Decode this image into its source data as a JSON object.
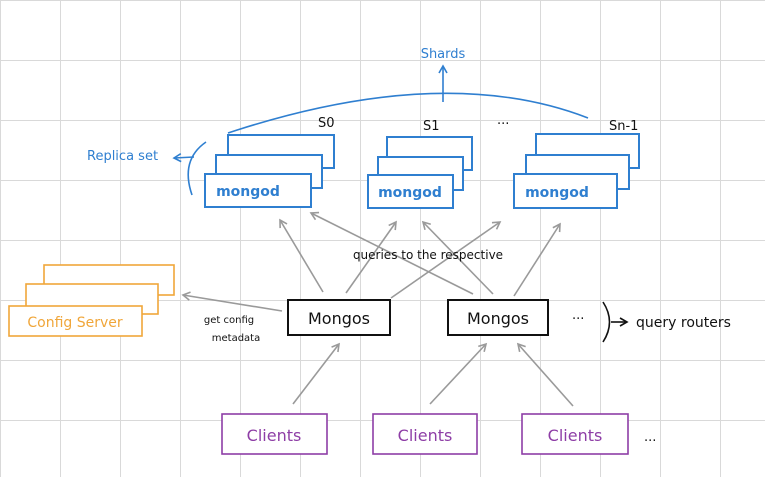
{
  "title": "Shards",
  "replica_set_label": "Replica set",
  "shards": [
    {
      "name": "S0",
      "node": "mongod"
    },
    {
      "name": "S1",
      "node": "mongod"
    },
    {
      "name": "Sn-1",
      "node": "mongod"
    }
  ],
  "shards_ellipsis": "...",
  "queries_label": "queries to the respective",
  "config_server": "Config Server",
  "get_config_line1": "get config",
  "get_config_line2": "metadata",
  "routers": [
    "Mongos",
    "Mongos"
  ],
  "routers_ellipsis": "...",
  "query_routers_label": "query routers",
  "clients": [
    "Clients",
    "Clients",
    "Clients"
  ],
  "clients_ellipsis": "...",
  "colors": {
    "blue": "#2f7fd0",
    "orange": "#f0a63a",
    "purple": "#8e3ea6",
    "black": "#111111",
    "arrow_gray": "#9a9a9a"
  }
}
